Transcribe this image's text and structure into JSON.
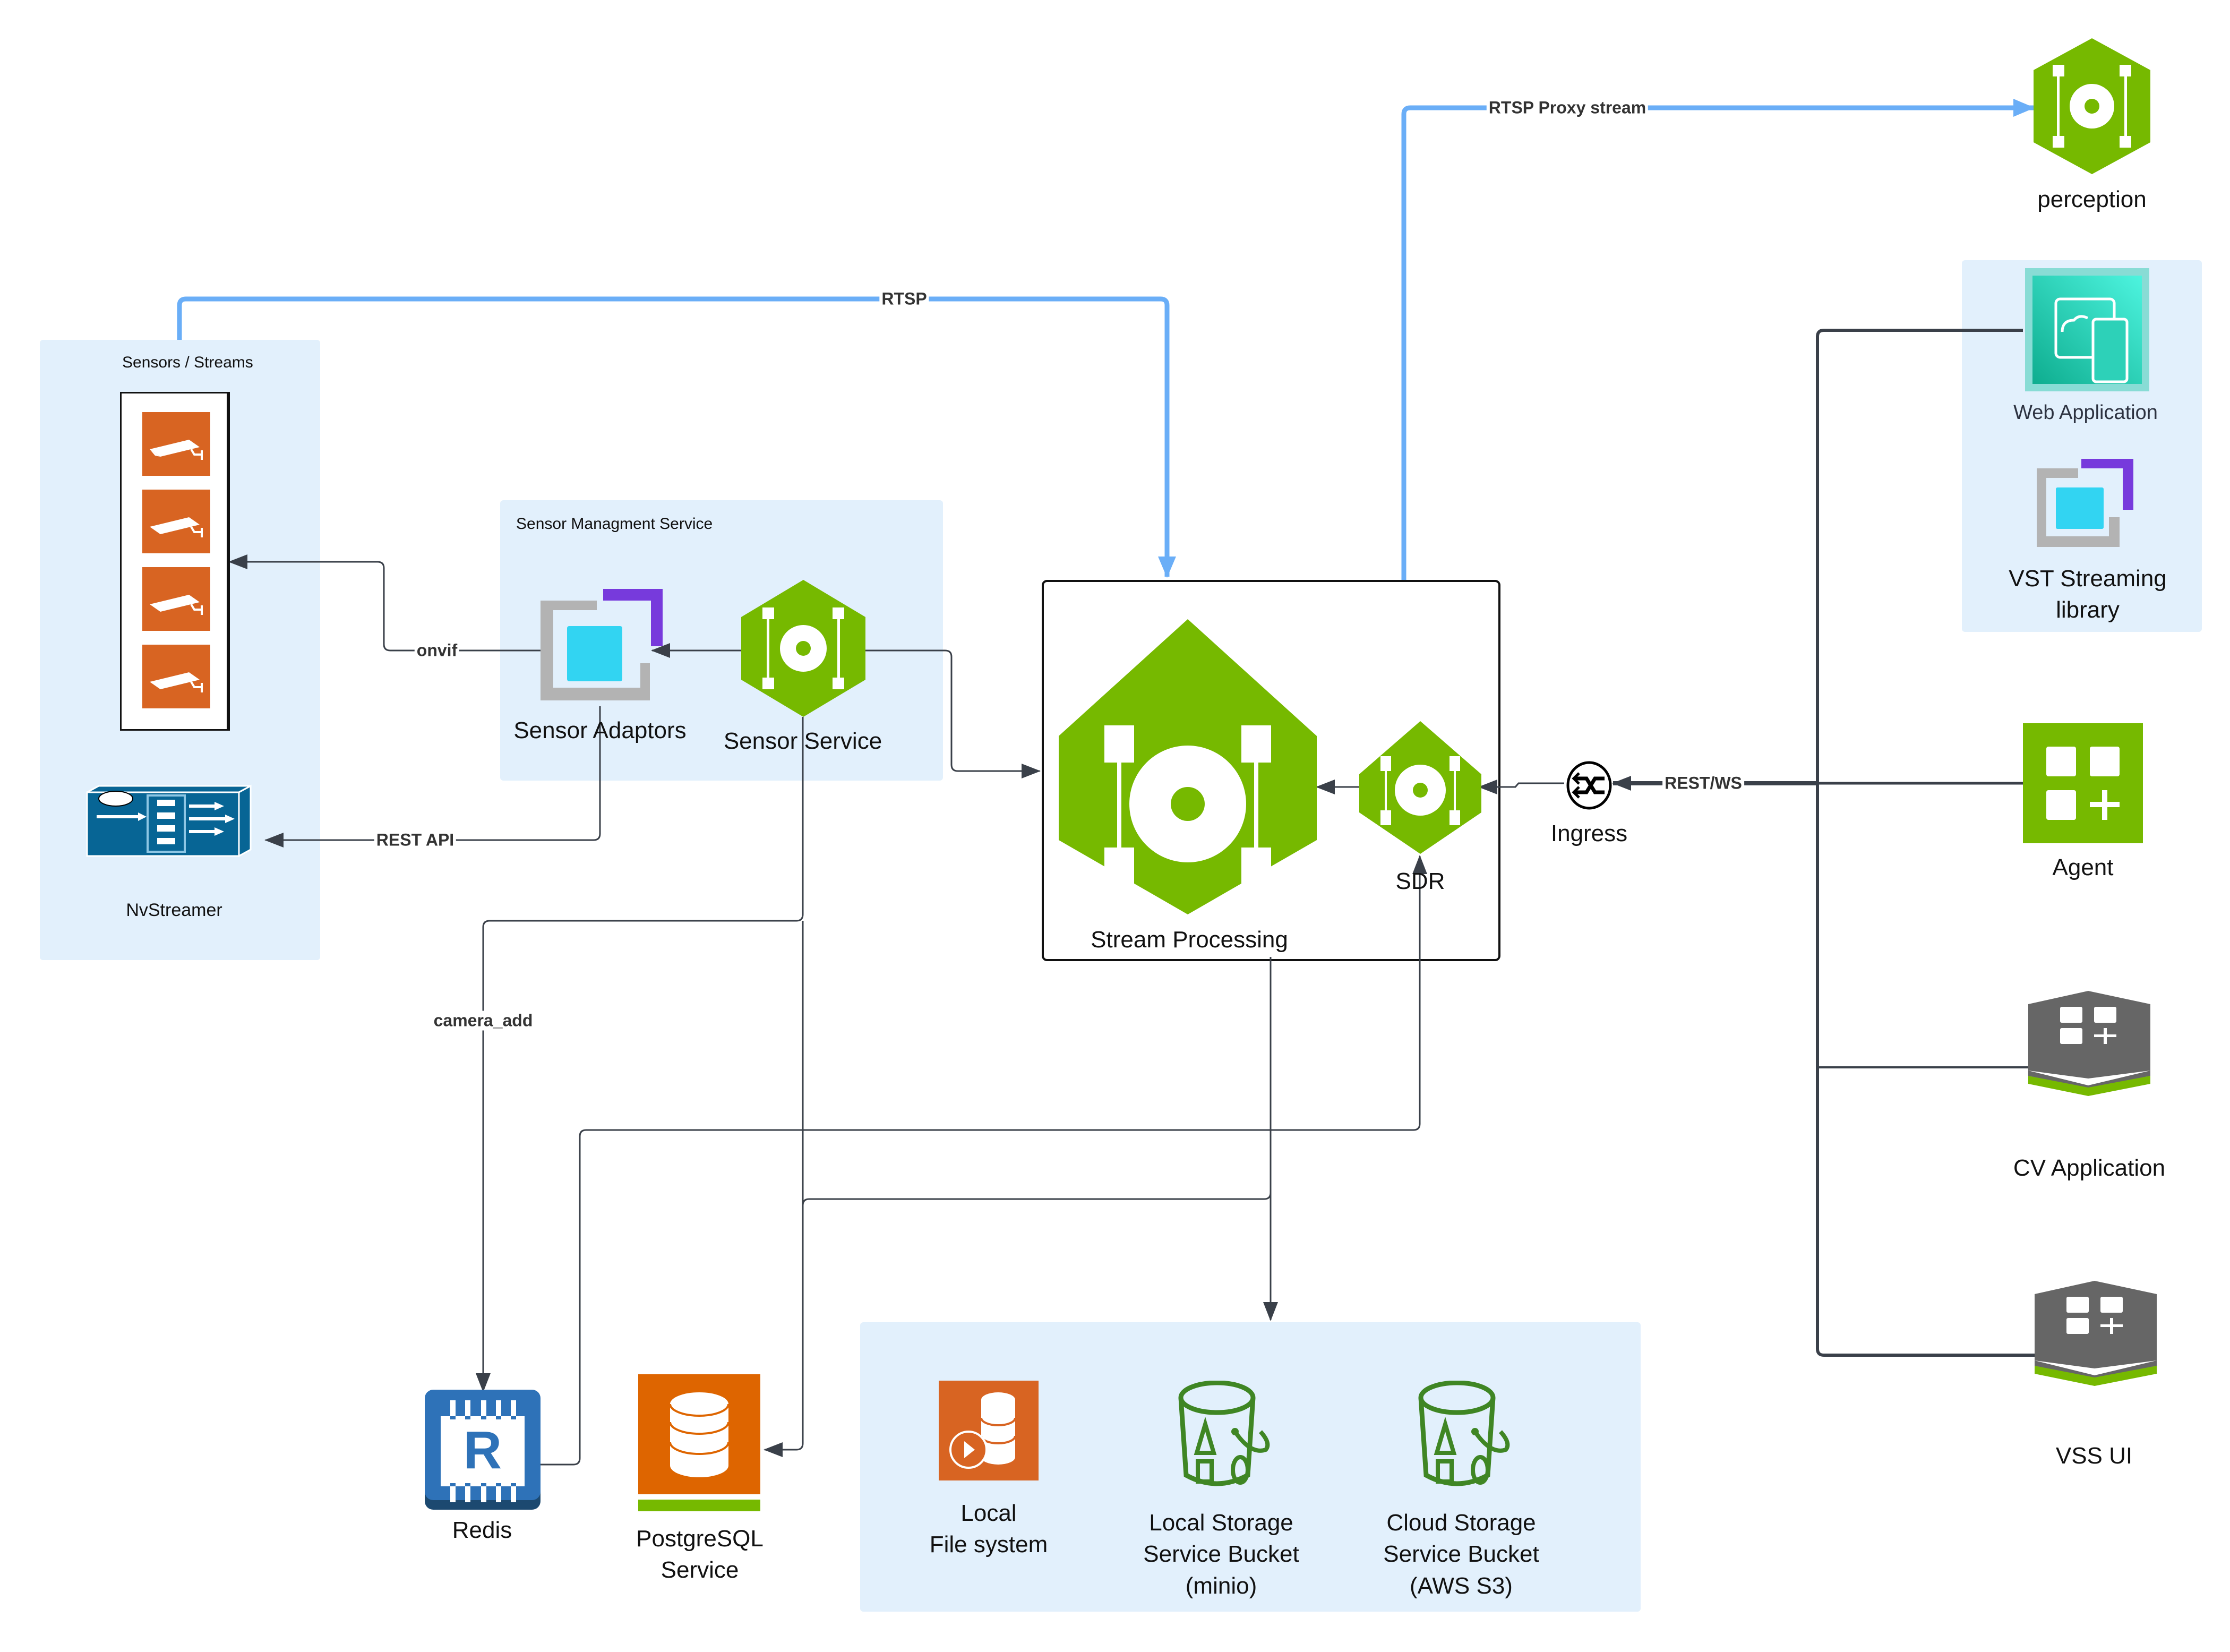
{
  "groups": {
    "sensors_streams": "Sensors / Streams",
    "sensor_management": "Sensor Managment Service"
  },
  "nodes": {
    "nvstreamer": "NvStreamer",
    "sensor_adaptors": "Sensor Adaptors",
    "sensor_service": "Sensor Service",
    "stream_processing": "Stream Processing",
    "sdr": "SDR",
    "ingress": "Ingress",
    "perception": "perception",
    "web_application": "Web Application",
    "vst_streaming_library_line1": "VST Streaming",
    "vst_streaming_library_line2": "library",
    "agent": "Agent",
    "cv_application": "CV Application",
    "vss_ui": "VSS UI",
    "redis": "Redis",
    "postgres_line1": "PostgreSQL",
    "postgres_line2": "Service",
    "local_fs_line1": "Local",
    "local_fs_line2": "File system",
    "minio_line1": "Local Storage",
    "minio_line2": "Service Bucket",
    "minio_line3": "(minio)",
    "s3_line1": "Cloud Storage",
    "s3_line2": "Service Bucket",
    "s3_line3": "(AWS S3)"
  },
  "edges": {
    "rtsp": "RTSP",
    "rtsp_proxy": "RTSP Proxy stream",
    "onvif": "onvif",
    "rest_api": "REST API",
    "rest_ws": "REST/WS",
    "camera_add": "camera_add"
  },
  "colors": {
    "nvidia_green": "#76b900",
    "stream_blue": "#6aaef7",
    "wire": "#3a4049",
    "group_bg": "#e2f0fc",
    "camera_orange": "#d86422",
    "postgres_orange": "#de6500",
    "redis_blue": "#2e72b8",
    "bucket_green": "#3f8624",
    "gray_app": "#666666"
  }
}
